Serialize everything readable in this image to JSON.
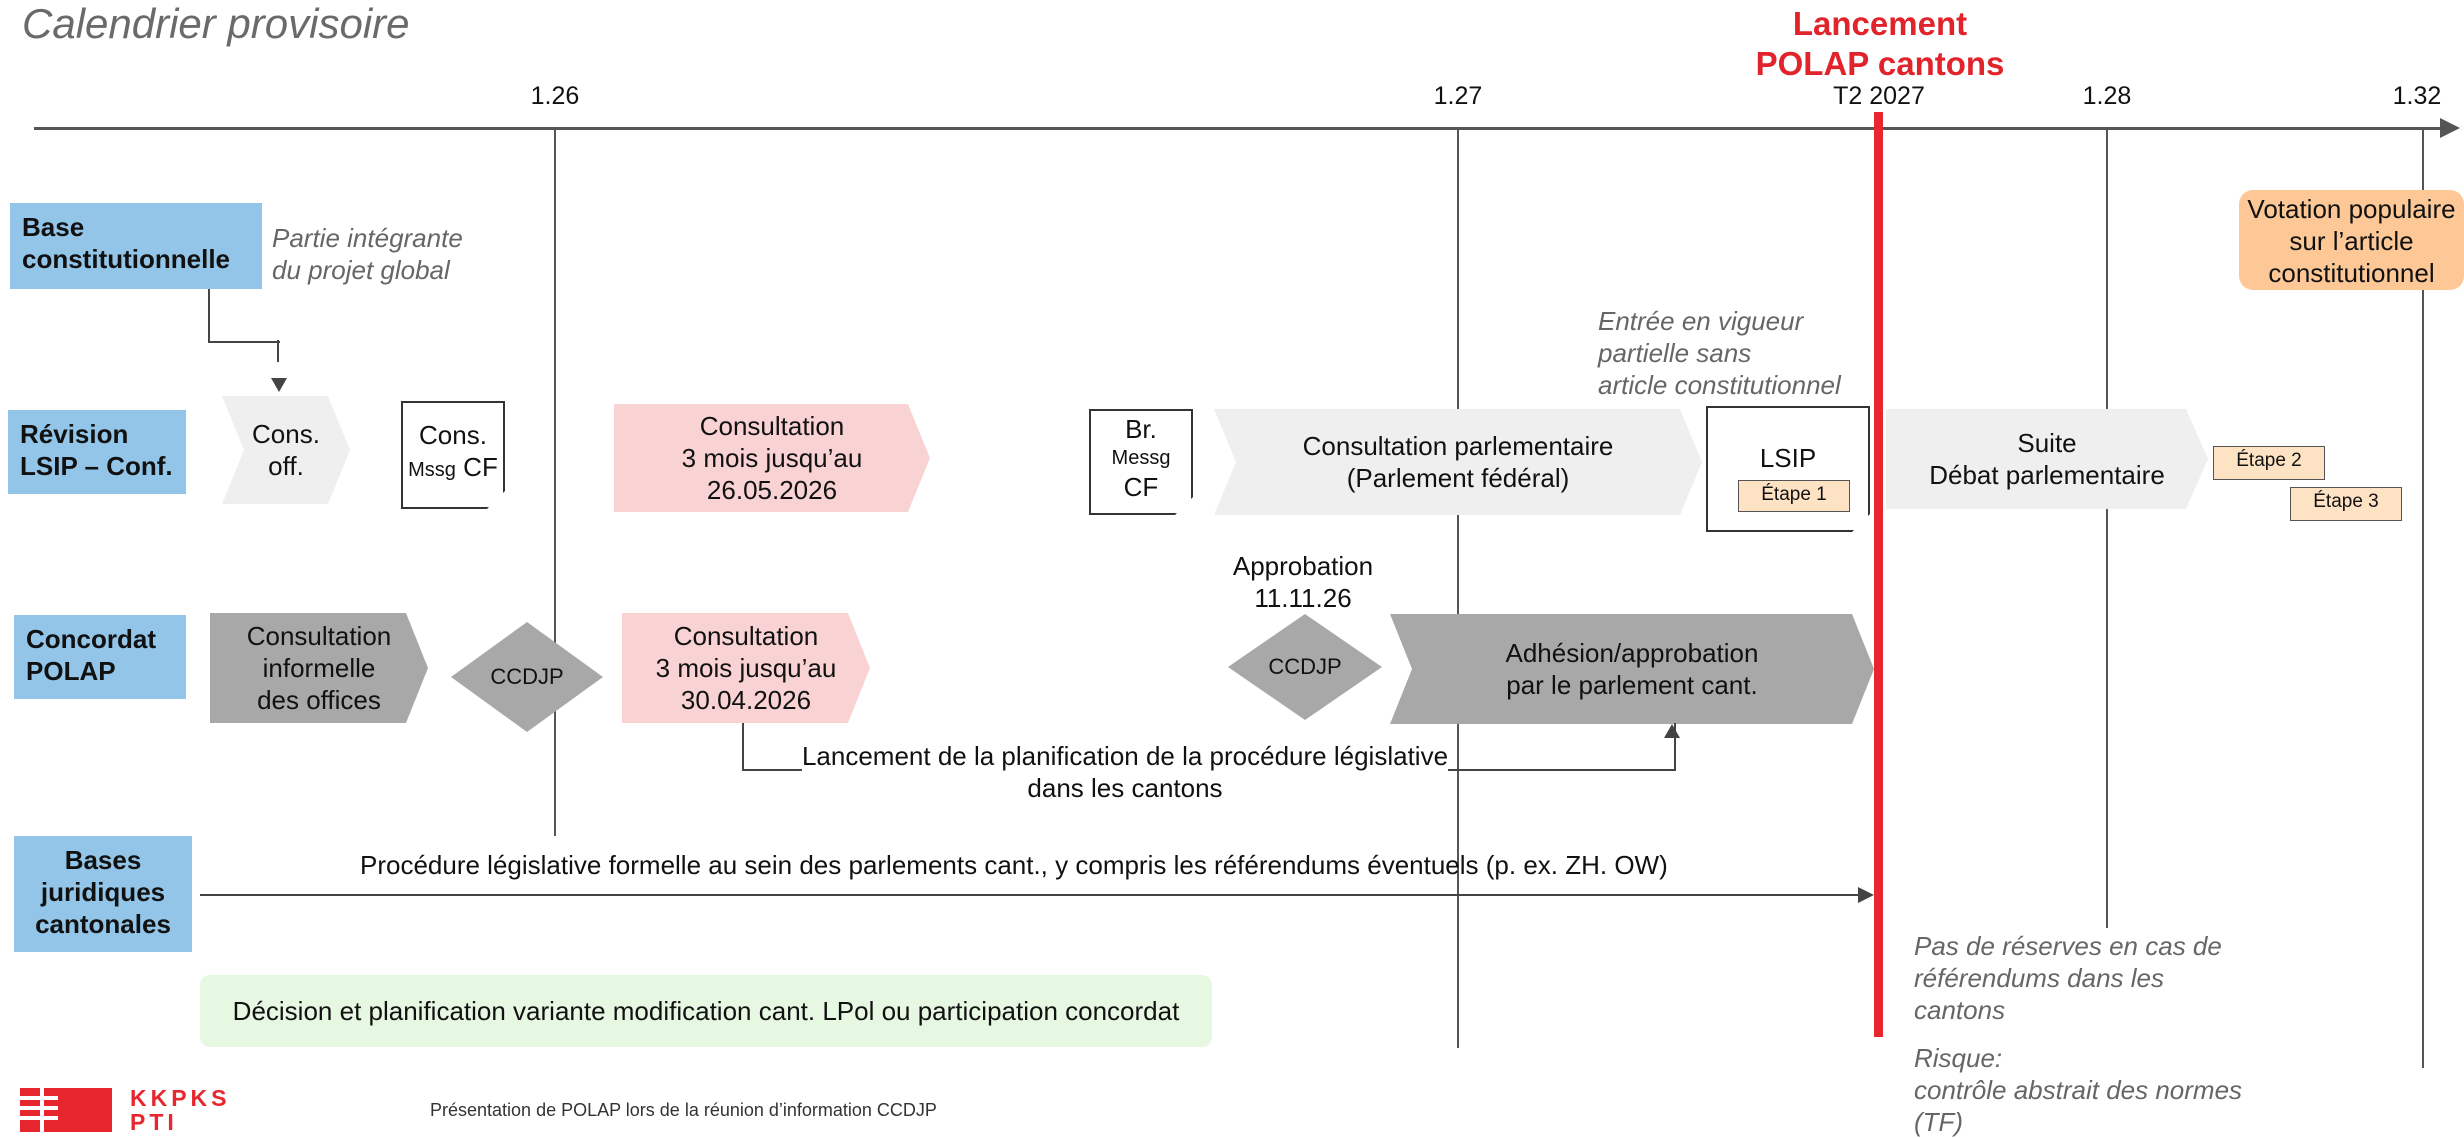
{
  "title": "Calendrier provisoire",
  "launch": {
    "line1": "Lancement",
    "line2": "POLAP cantons"
  },
  "ticks": {
    "t126": "1.26",
    "t127": "1.27",
    "t2": "T2 2027",
    "t128": "1.28",
    "t132": "1.32"
  },
  "rows": {
    "base": {
      "line1": "Base",
      "line2": "constitutionnelle"
    },
    "lsip": {
      "line1": "Révision",
      "line2": "LSIP – Conf."
    },
    "concordat": {
      "line1": "Concordat",
      "line2": "POLAP"
    },
    "bases": {
      "line1": "Bases",
      "line2": "juridiques",
      "line3": "cantonales"
    }
  },
  "notes": {
    "partie": {
      "line1": "Partie intégrante",
      "line2": "du projet global"
    },
    "entree": {
      "line1": "Entrée en vigueur",
      "line2": "partielle sans",
      "line3": "article constitutionnel"
    },
    "reserves": {
      "line1": "Pas de réserves en cas de",
      "line2": "référendums dans les",
      "line3": "cantons"
    },
    "risque": {
      "line1": "Risque:",
      "line2": "contrôle abstrait des normes",
      "line3": "(TF)"
    }
  },
  "votation": {
    "line1": "Votation populaire",
    "line2": "sur l’article",
    "line3": "constitutionnel"
  },
  "lsip_items": {
    "cons_off": {
      "line1": "Cons.",
      "line2": "off."
    },
    "cons_mssg": {
      "line1": "Cons.",
      "small": "Mssg",
      "tail": "CF"
    },
    "consultation": {
      "line1": "Consultation",
      "line2": "3 mois jusqu’au",
      "line3": "26.05.2026"
    },
    "br_messg": {
      "line1": "Br.",
      "small": "Messg",
      "line3": "CF"
    },
    "parlementaire": {
      "line1": "Consultation parlementaire",
      "line2": "(Parlement fédéral)"
    },
    "lsip_doc": {
      "label": "LSIP",
      "tag": "Étape 1"
    },
    "suite": {
      "line1": "Suite",
      "line2": "Débat parlementaire"
    },
    "etape2": "Étape 2",
    "etape3": "Étape 3"
  },
  "concordat_items": {
    "informelle": {
      "line1": "Consultation",
      "line2": "informelle",
      "line3": "des offices"
    },
    "ccdjp1": "CCDJP",
    "consultation": {
      "line1": "Consultation",
      "line2": "3 mois jusqu’au",
      "line3": "30.04.2026"
    },
    "approbation": {
      "line1": "Approbation",
      "line2": "11.11.26"
    },
    "ccdjp2": "CCDJP",
    "adhesion": {
      "line1": "Adhésion/approbation",
      "line2": "par le parlement cant."
    },
    "lancement_plan": {
      "line1": "Lancement de la planification de la procédure législative",
      "line2": "dans les cantons"
    }
  },
  "procedure": "Procédure législative formelle au sein des parlements cant., y compris les référendums éventuels (p. ex. ZH. OW)",
  "decision": "Décision et planification variante modification cant. LPol ou participation concordat",
  "footer": {
    "logo_line1": "KKPKS",
    "logo_line2": "PTI",
    "caption": "Présentation de POLAP lors de la réunion d’information CCDJP"
  },
  "colors": {
    "row_label": "#92c5e8",
    "pink": "#f9d3d4",
    "gray_light": "#efefef",
    "gray_dark": "#a8a8a8",
    "orange": "#fdc896",
    "green": "#e6f7e2",
    "red": "#e8262e"
  }
}
